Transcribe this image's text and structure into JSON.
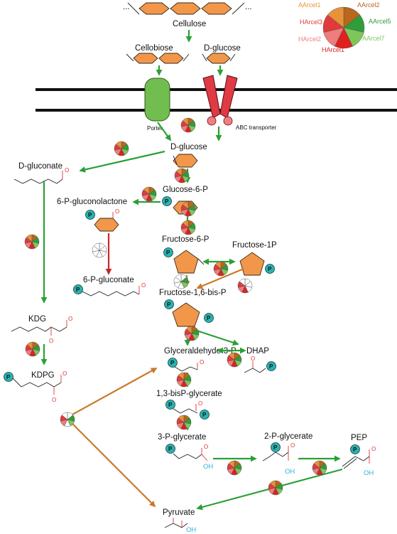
{
  "legend": {
    "items": [
      {
        "label": "AArcel1",
        "color": "#e8923a"
      },
      {
        "label": "AArcel2",
        "color": "#b8671c"
      },
      {
        "label": "AArcel5",
        "color": "#2e9e3a"
      },
      {
        "label": "AArcel7",
        "color": "#7fc65a"
      },
      {
        "label": "HArcel1",
        "color": "#e02020"
      },
      {
        "label": "HArcel2",
        "color": "#ee7d7d"
      },
      {
        "label": "HArcel3",
        "color": "#e23a3a"
      }
    ]
  },
  "labels": {
    "dots": "...",
    "cellulose": "Cellulose",
    "cellobiose": "Cellobiose",
    "dglucose_top": "D-glucose",
    "porter": "Porter",
    "abc": "ABC transporter",
    "dglucose": "D-glucose",
    "dgluconate": "D-gluconate",
    "g6p": "Glucose-6-P",
    "gluconolactone": "6-P-gluconolactone",
    "f6p": "Fructose-6-P",
    "f1p": "Fructose-1P",
    "pgluconate": "6-P-gluconate",
    "f16bp": "Fructose-1,6-bis-P",
    "kdg": "KDG",
    "kdpg": "KDPG",
    "g3p": "Glyceraldehyde-3-P",
    "dhap": "DHAP",
    "bpg": "1,3-bisP-glycerate",
    "pg3": "3-P-glycerate",
    "pg2": "2-P-glycerate",
    "pep": "PEP",
    "pyruvate": "Pyruvate",
    "p": "P",
    "oh": "OH",
    "o": "O"
  }
}
